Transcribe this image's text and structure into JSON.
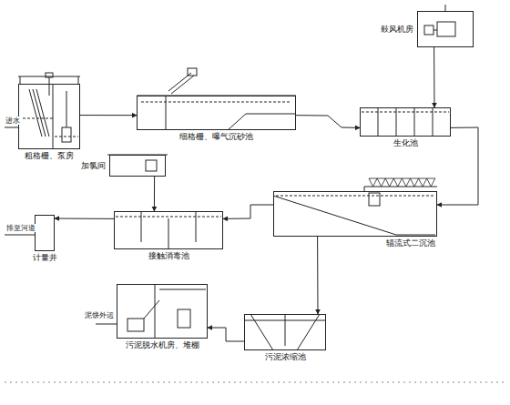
{
  "diagram": {
    "nodes": [
      {
        "text": [
          "粗格栅、泵房"
        ]
      },
      {
        "text": [
          "细格栅、曝气沉砂池"
        ]
      },
      {
        "text": [
          "鼓风机房"
        ]
      },
      {
        "text": [
          "生化池"
        ]
      },
      {
        "text": [
          "加氯间"
        ]
      },
      {
        "text": [
          "计量井"
        ]
      },
      {
        "text": [
          "接触消毒池"
        ]
      },
      {
        "text": [
          "辐流式二沉池"
        ]
      },
      {
        "text": [
          "污泥脱水机房、堆棚"
        ]
      },
      {
        "text": [
          "污泥浓缩池"
        ]
      }
    ],
    "edges": [
      {
        "from": 0,
        "to": 1,
        "arrow": "to"
      },
      {
        "from": 1,
        "to": 3,
        "arrow": "to"
      },
      {
        "from": 2,
        "to": 3,
        "arrow": "to"
      },
      {
        "from": 3,
        "to": 7,
        "arrow": "to"
      },
      {
        "from": 7,
        "to": 6,
        "arrow": "to"
      },
      {
        "from": 4,
        "to": 6,
        "arrow": "to"
      },
      {
        "from": 6,
        "to": 5,
        "arrow": "to"
      },
      {
        "from": 7,
        "to": 9,
        "arrow": "to"
      },
      {
        "from": 9,
        "to": 8,
        "arrow": "to"
      }
    ],
    "labels": [
      "进水",
      "排至河道",
      "泥饼外运"
    ]
  }
}
